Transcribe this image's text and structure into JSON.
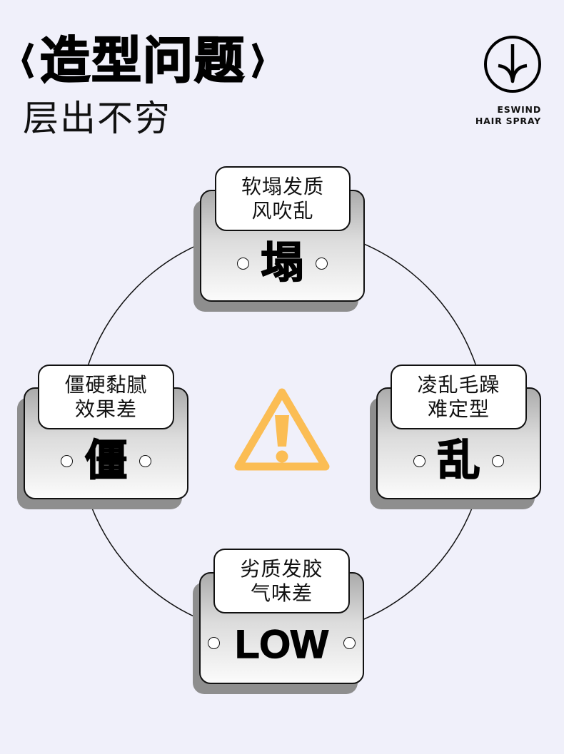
{
  "header": {
    "title": "造型问题",
    "subtitle": "层出不穷",
    "brand_line1": "ESWIND",
    "brand_line2": "HAIR SPRAY",
    "logo_icon": "arrow-down-circle-icon"
  },
  "center": {
    "icon": "warning-triangle-icon",
    "color": "#fbbd54"
  },
  "cards": {
    "top": {
      "line1": "软塌发质",
      "line2": "风吹乱",
      "big": "塌"
    },
    "left": {
      "line1": "僵硬黏腻",
      "line2": "效果差",
      "big": "僵"
    },
    "right": {
      "line1": "凌乱毛躁",
      "line2": "难定型",
      "big": "乱"
    },
    "bottom": {
      "line1": "劣质发胶",
      "line2": "气味差",
      "big": "LOW"
    }
  },
  "colors": {
    "background": "#f0f0fa",
    "card_shadow": "#8e8e8e",
    "outline": "#111111"
  }
}
